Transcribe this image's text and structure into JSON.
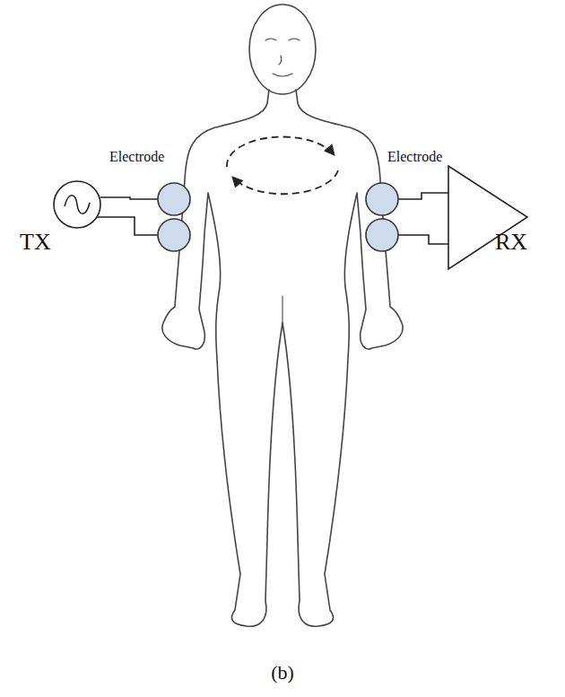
{
  "diagram": {
    "caption": "(b)",
    "labels": [
      "Electrode",
      "Electrode",
      "TX",
      "RX"
    ]
  }
}
